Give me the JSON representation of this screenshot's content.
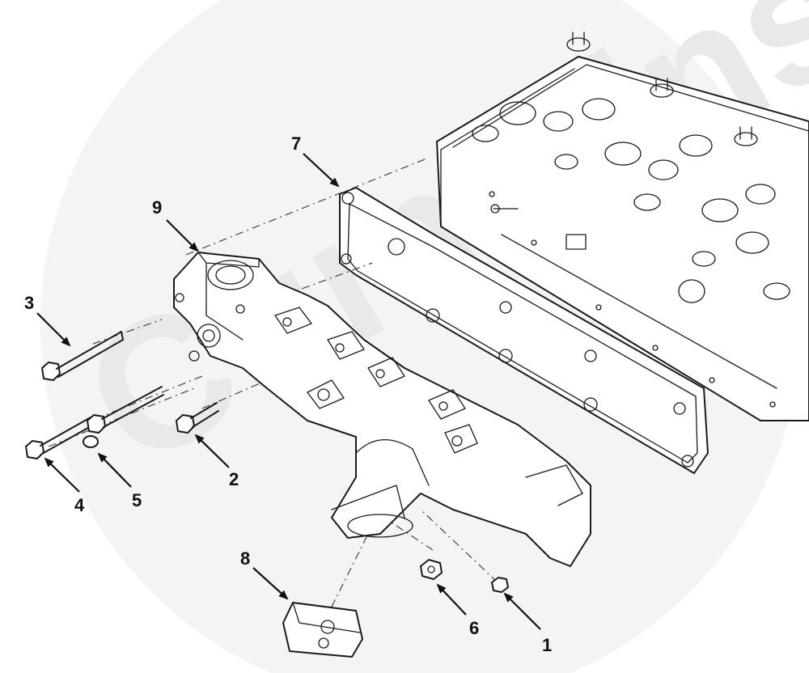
{
  "watermark": {
    "text": "Cummins",
    "color": "#eeeeee"
  },
  "callouts": [
    {
      "id": "1",
      "label": "1"
    },
    {
      "id": "2",
      "label": "2"
    },
    {
      "id": "3",
      "label": "3"
    },
    {
      "id": "4",
      "label": "4"
    },
    {
      "id": "5",
      "label": "5"
    },
    {
      "id": "6",
      "label": "6"
    },
    {
      "id": "7",
      "label": "7"
    },
    {
      "id": "8",
      "label": "8"
    },
    {
      "id": "9",
      "label": "9"
    }
  ],
  "colors": {
    "line": "#1a1a1a",
    "background": "#ffffff",
    "watermark": "#eeeeee"
  }
}
